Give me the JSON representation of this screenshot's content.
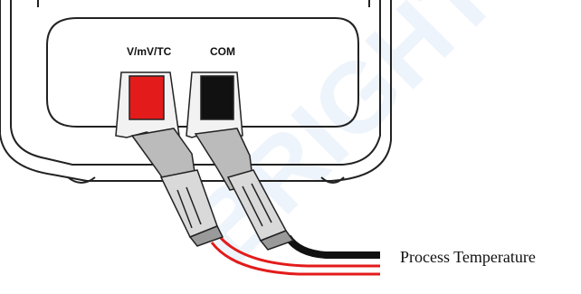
{
  "labels": {
    "jack_left": "V/mV/TC",
    "jack_right": "COM",
    "caption": "Process Temperature"
  },
  "colors": {
    "red_plug": "#e31b1b",
    "black_plug": "#111111",
    "red_wire": "#e31b1b",
    "black_wire": "#111111",
    "watermark": "#eef4fb"
  },
  "watermark_text": "BRIGHT"
}
